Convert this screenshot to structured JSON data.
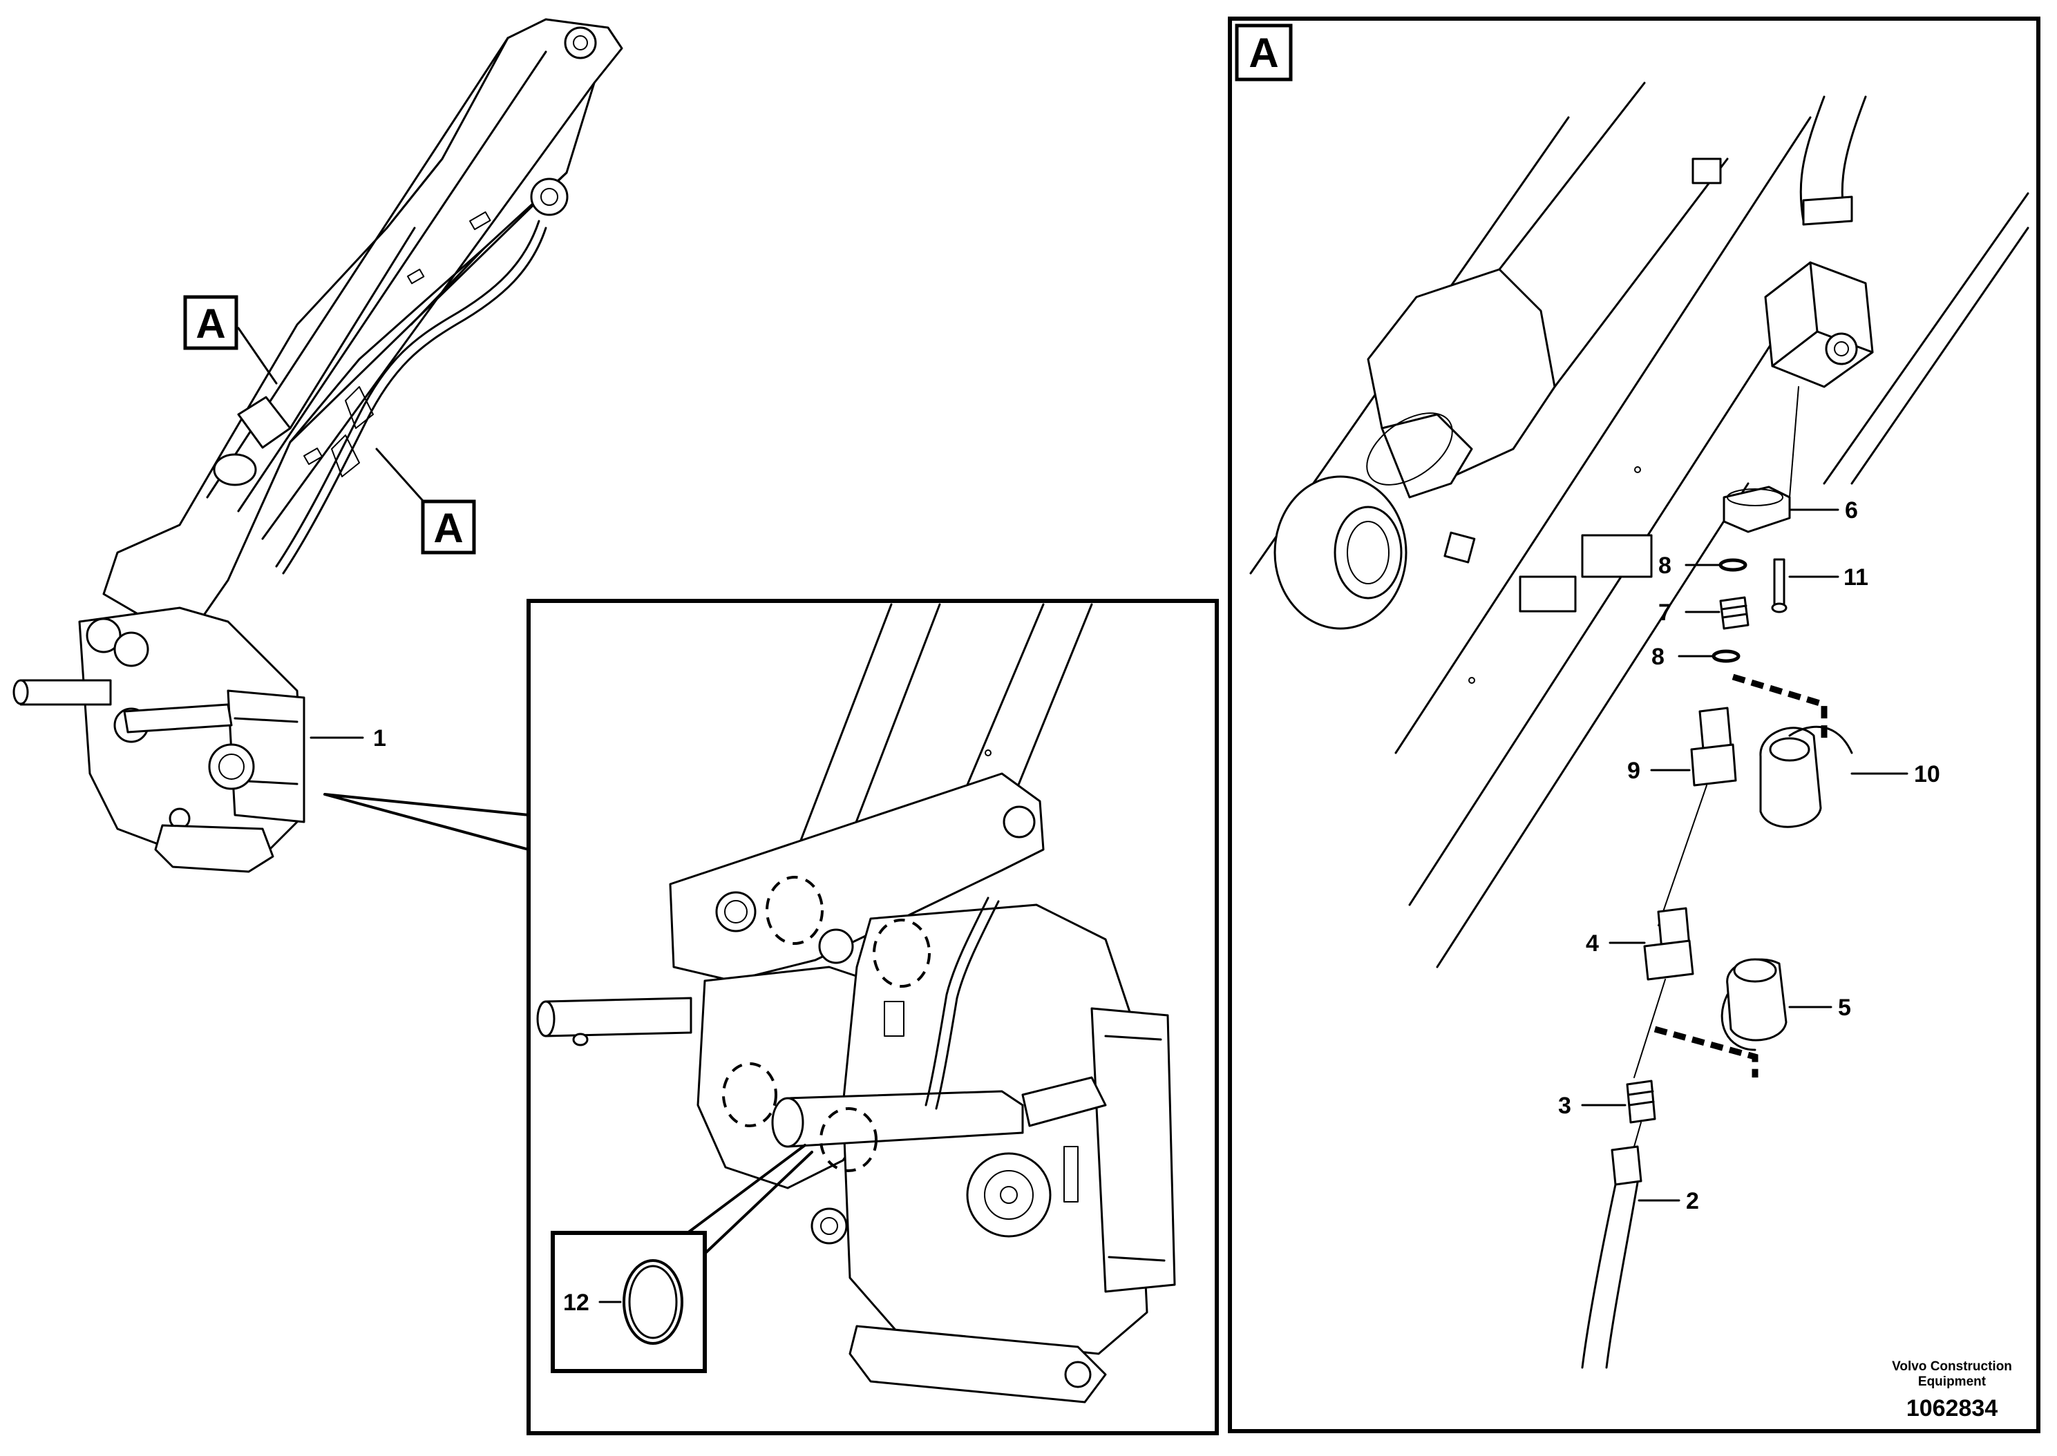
{
  "callouts": {
    "view_a": "A",
    "boom_a1": "A",
    "boom_a2": "A"
  },
  "part_numbers": {
    "p1": "1",
    "p2": "2",
    "p3": "3",
    "p4": "4",
    "p5": "5",
    "p6": "6",
    "p7": "7",
    "p8a": "8",
    "p8b": "8",
    "p9": "9",
    "p10": "10",
    "p11": "11",
    "p12": "12"
  },
  "footer": {
    "credit_line1": "Volvo Construction",
    "credit_line2": "Equipment",
    "doc_number": "1062834"
  }
}
